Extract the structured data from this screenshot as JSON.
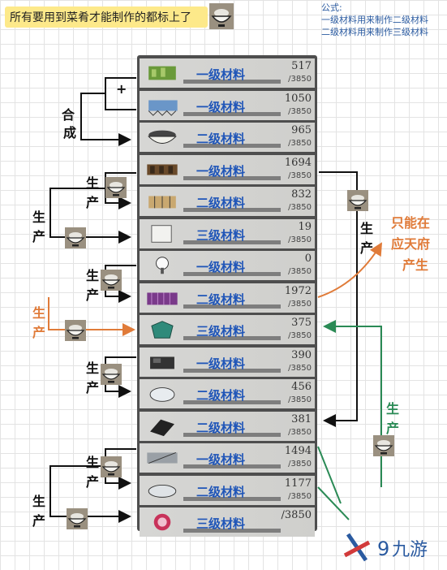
{
  "header": {
    "note": "所有要用到菜肴才能制作的都标上了",
    "formula_title": "公式:",
    "formula_lines": [
      "一级材料用来制作二级材料",
      "二级材料用来制作三级材料"
    ]
  },
  "annotations": {
    "plus": "+",
    "hecheng": [
      "合",
      "成"
    ],
    "shengchan": [
      "生",
      "产"
    ],
    "right_note": [
      "只能在",
      "应天府",
      "产生"
    ]
  },
  "materials": [
    {
      "name": "一级材料",
      "qty": "517",
      "cap": "/3850",
      "icon": "green-herb-icon"
    },
    {
      "name": "一级材料",
      "qty": "1050",
      "cap": "/3850",
      "icon": "blue-fabric-icon"
    },
    {
      "name": "二级材料",
      "qty": "965",
      "cap": "/3850",
      "icon": "bowl-food-icon"
    },
    {
      "name": "一级材料",
      "qty": "1694",
      "cap": "/3850",
      "icon": "wood-logs-icon"
    },
    {
      "name": "二级材料",
      "qty": "832",
      "cap": "/3850",
      "icon": "wood-planks-icon"
    },
    {
      "name": "三级材料",
      "qty": "19",
      "cap": "/3850",
      "icon": "paper-scroll-icon"
    },
    {
      "name": "一级材料",
      "qty": "0",
      "cap": "/3850",
      "icon": "cotton-icon"
    },
    {
      "name": "二级材料",
      "qty": "1972",
      "cap": "/3850",
      "icon": "purple-cloth-icon"
    },
    {
      "name": "三级材料",
      "qty": "375",
      "cap": "/3850",
      "icon": "teal-garment-icon"
    },
    {
      "name": "一级材料",
      "qty": "390",
      "cap": "/3850",
      "icon": "coal-icon"
    },
    {
      "name": "二级材料",
      "qty": "456",
      "cap": "/3850",
      "icon": "white-stone-icon"
    },
    {
      "name": "二级材料",
      "qty": "381",
      "cap": "/3850",
      "icon": "black-ink-icon"
    },
    {
      "name": "一级材料",
      "qty": "1494",
      "cap": "/3850",
      "icon": "fish-icon"
    },
    {
      "name": "二级材料",
      "qty": "1177",
      "cap": "/3850",
      "icon": "white-fish-icon"
    },
    {
      "name": "三级材料",
      "qty": "/3850",
      "cap": "",
      "icon": "red-seal-icon"
    }
  ],
  "colors": {
    "accent_blue": "#1f55b8",
    "highlight_yellow": "#fde98a",
    "orange": "#e07b39",
    "green": "#2a8a55"
  }
}
